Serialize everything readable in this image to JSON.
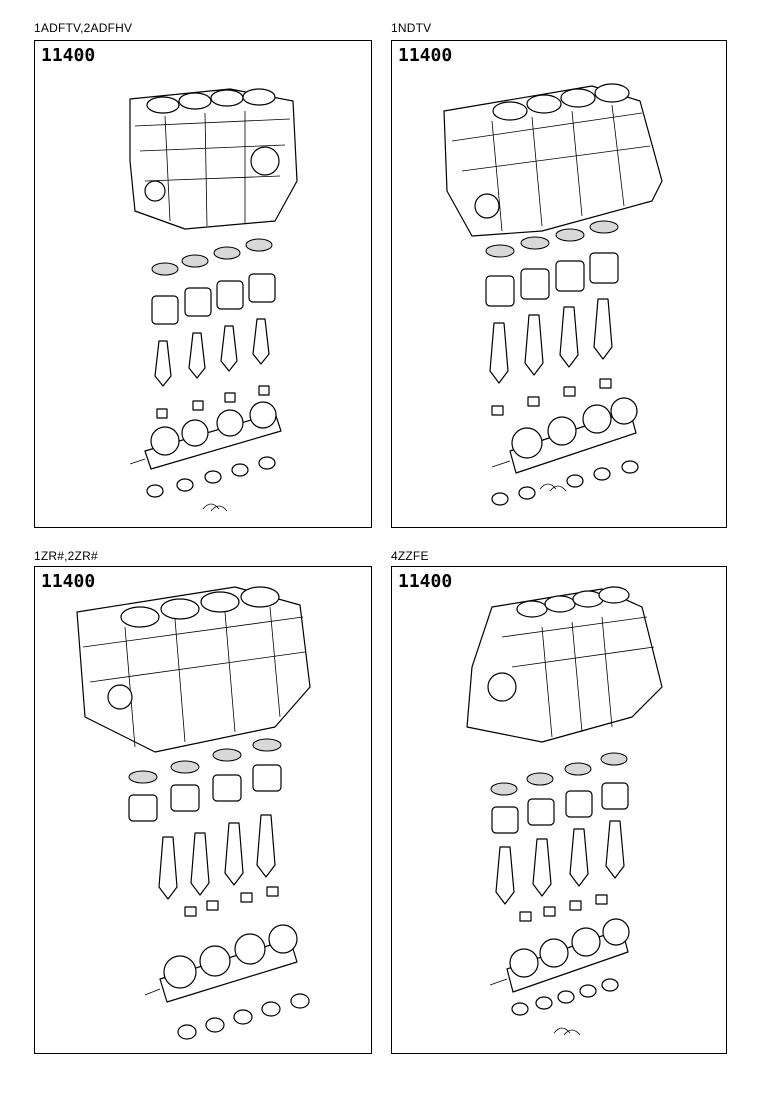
{
  "panels": [
    {
      "caption": "1ADFTV,2ADFHV",
      "code": "11400"
    },
    {
      "caption": "1NDTV",
      "code": "11400"
    },
    {
      "caption": "1ZR#,2ZR#",
      "code": "11400"
    },
    {
      "caption": "4ZZFE",
      "code": "11400"
    }
  ]
}
